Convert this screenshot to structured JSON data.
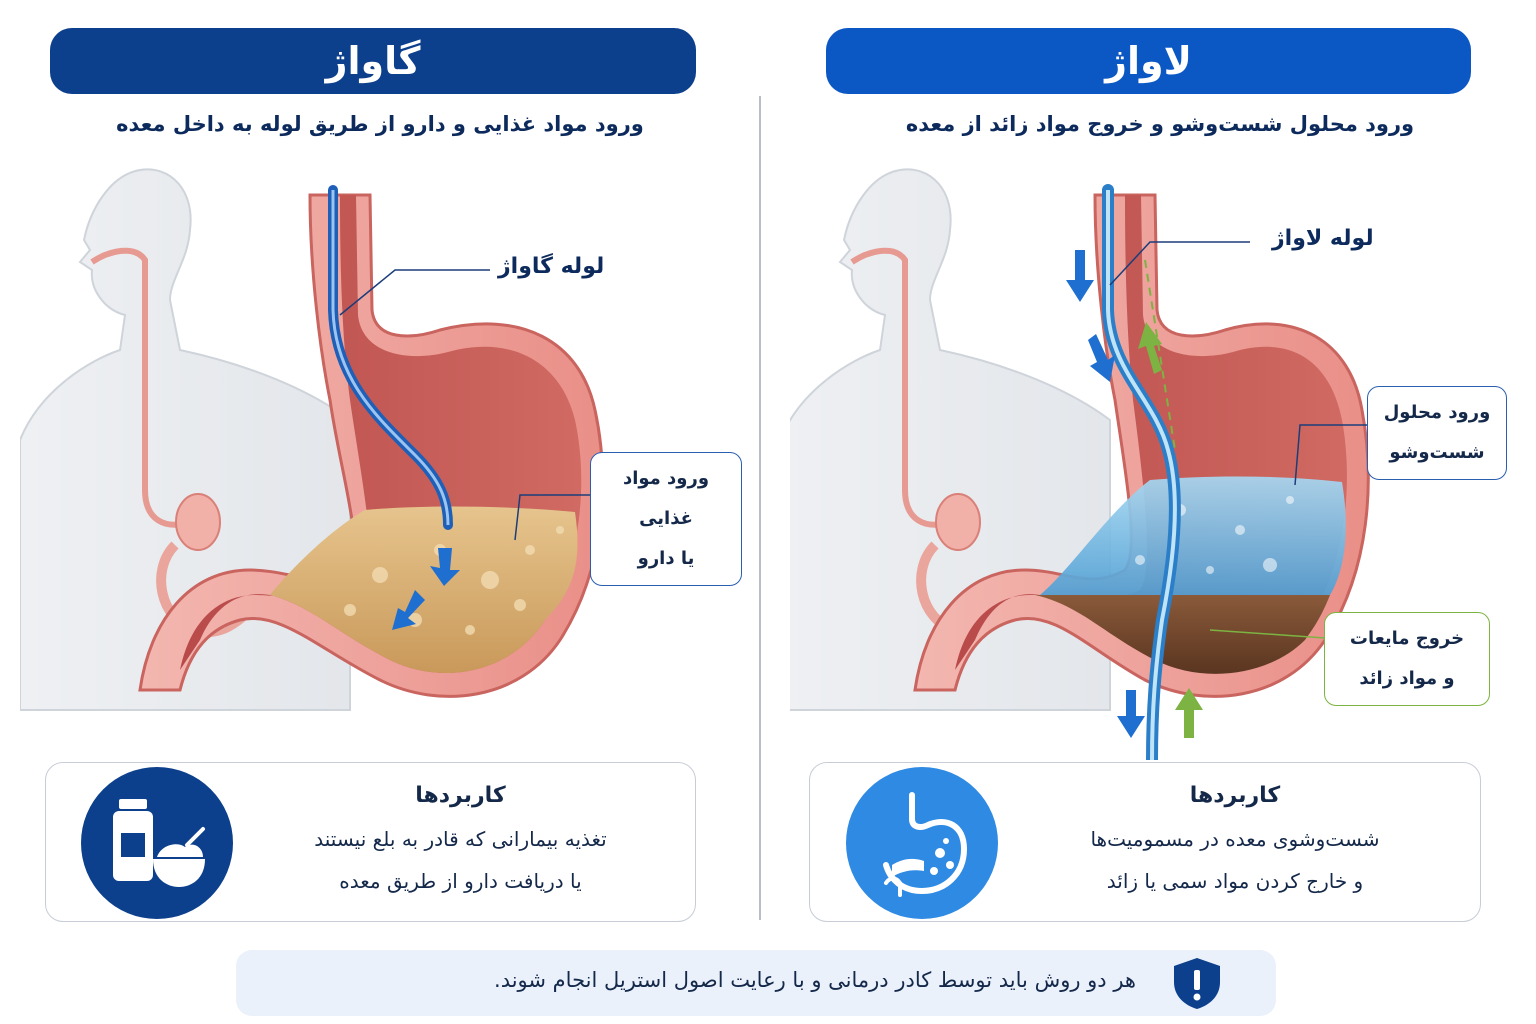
{
  "gavage": {
    "title": "گاواژ",
    "subtitle": "ورود مواد غذایی و دارو از طریق لوله به داخل معده",
    "tube_label": "لوله گاواژ",
    "callout": {
      "line1": "ورود مواد غذایی",
      "line2": "یا دارو"
    },
    "applications": {
      "title": "کاربردها",
      "line1": "تغذیه بیمارانی که قادر به بلع نیستند",
      "line2": "یا دریافت دارو از طریق معده"
    },
    "icon": "medicine-bottle-and-food-bowl-icon"
  },
  "lavage": {
    "title": "لاواژ",
    "subtitle": "ورود محلول شست‌وشو و خروج مواد زائد از معده",
    "tube_label": "لوله لاواژ",
    "callout_in": {
      "line1": "ورود محلول",
      "line2": "شست‌وشو"
    },
    "callout_out": {
      "line1": "خروج مایعات",
      "line2": "و مواد زائد"
    },
    "applications": {
      "title": "کاربردها",
      "line1": "شست‌وشوی معده در مسمومیت‌ها",
      "line2": "و خارج کردن مواد سمی یا زائد"
    },
    "icon": "stomach-wash-icon"
  },
  "footer": {
    "text": "هر دو روش باید توسط کادر درمانی و با رعایت اصول استریل انجام شوند.",
    "icon": "shield-alert-icon"
  },
  "colors": {
    "gavage_header": "#0c3f8c",
    "lavage_header": "#0b57c4",
    "in_arrow": "#1f6fd1",
    "out_arrow": "#7cb342",
    "food": "#d9b27a",
    "wash": "#6fb7e6"
  }
}
